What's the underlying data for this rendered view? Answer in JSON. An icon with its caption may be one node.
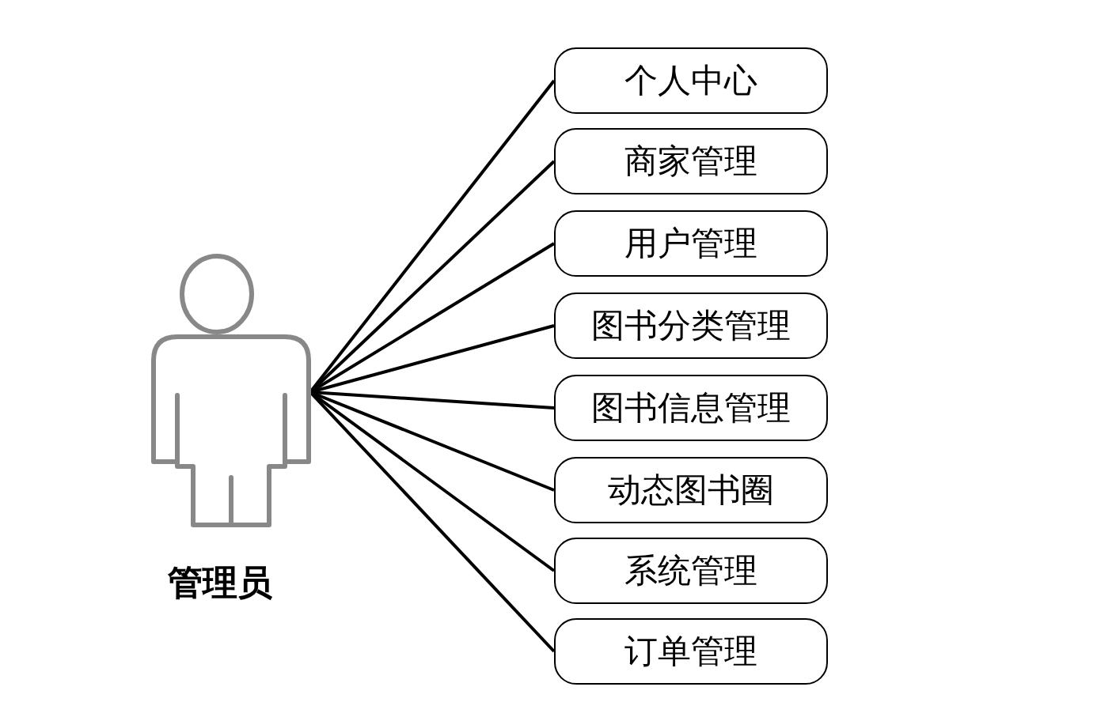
{
  "diagram": {
    "nodes": [
      {
        "text": [
          "管理员"
        ]
      },
      {
        "text": [
          "个人中心"
        ]
      },
      {
        "text": [
          "商家管理"
        ]
      },
      {
        "text": [
          "用户管理"
        ]
      },
      {
        "text": [
          "图书分类管理"
        ]
      },
      {
        "text": [
          "图书信息管理"
        ]
      },
      {
        "text": [
          "动态图书圈"
        ]
      },
      {
        "text": [
          "系统管理"
        ]
      },
      {
        "text": [
          "订单管理"
        ]
      }
    ],
    "edges": [
      {
        "from": 0,
        "to": 1,
        "arrow": "none"
      },
      {
        "from": 0,
        "to": 2,
        "arrow": "none"
      },
      {
        "from": 0,
        "to": 3,
        "arrow": "none"
      },
      {
        "from": 0,
        "to": 4,
        "arrow": "none"
      },
      {
        "from": 0,
        "to": 5,
        "arrow": "none"
      },
      {
        "from": 0,
        "to": 6,
        "arrow": "none"
      },
      {
        "from": 0,
        "to": 7,
        "arrow": "none"
      },
      {
        "from": 0,
        "to": 8,
        "arrow": "none"
      }
    ]
  }
}
